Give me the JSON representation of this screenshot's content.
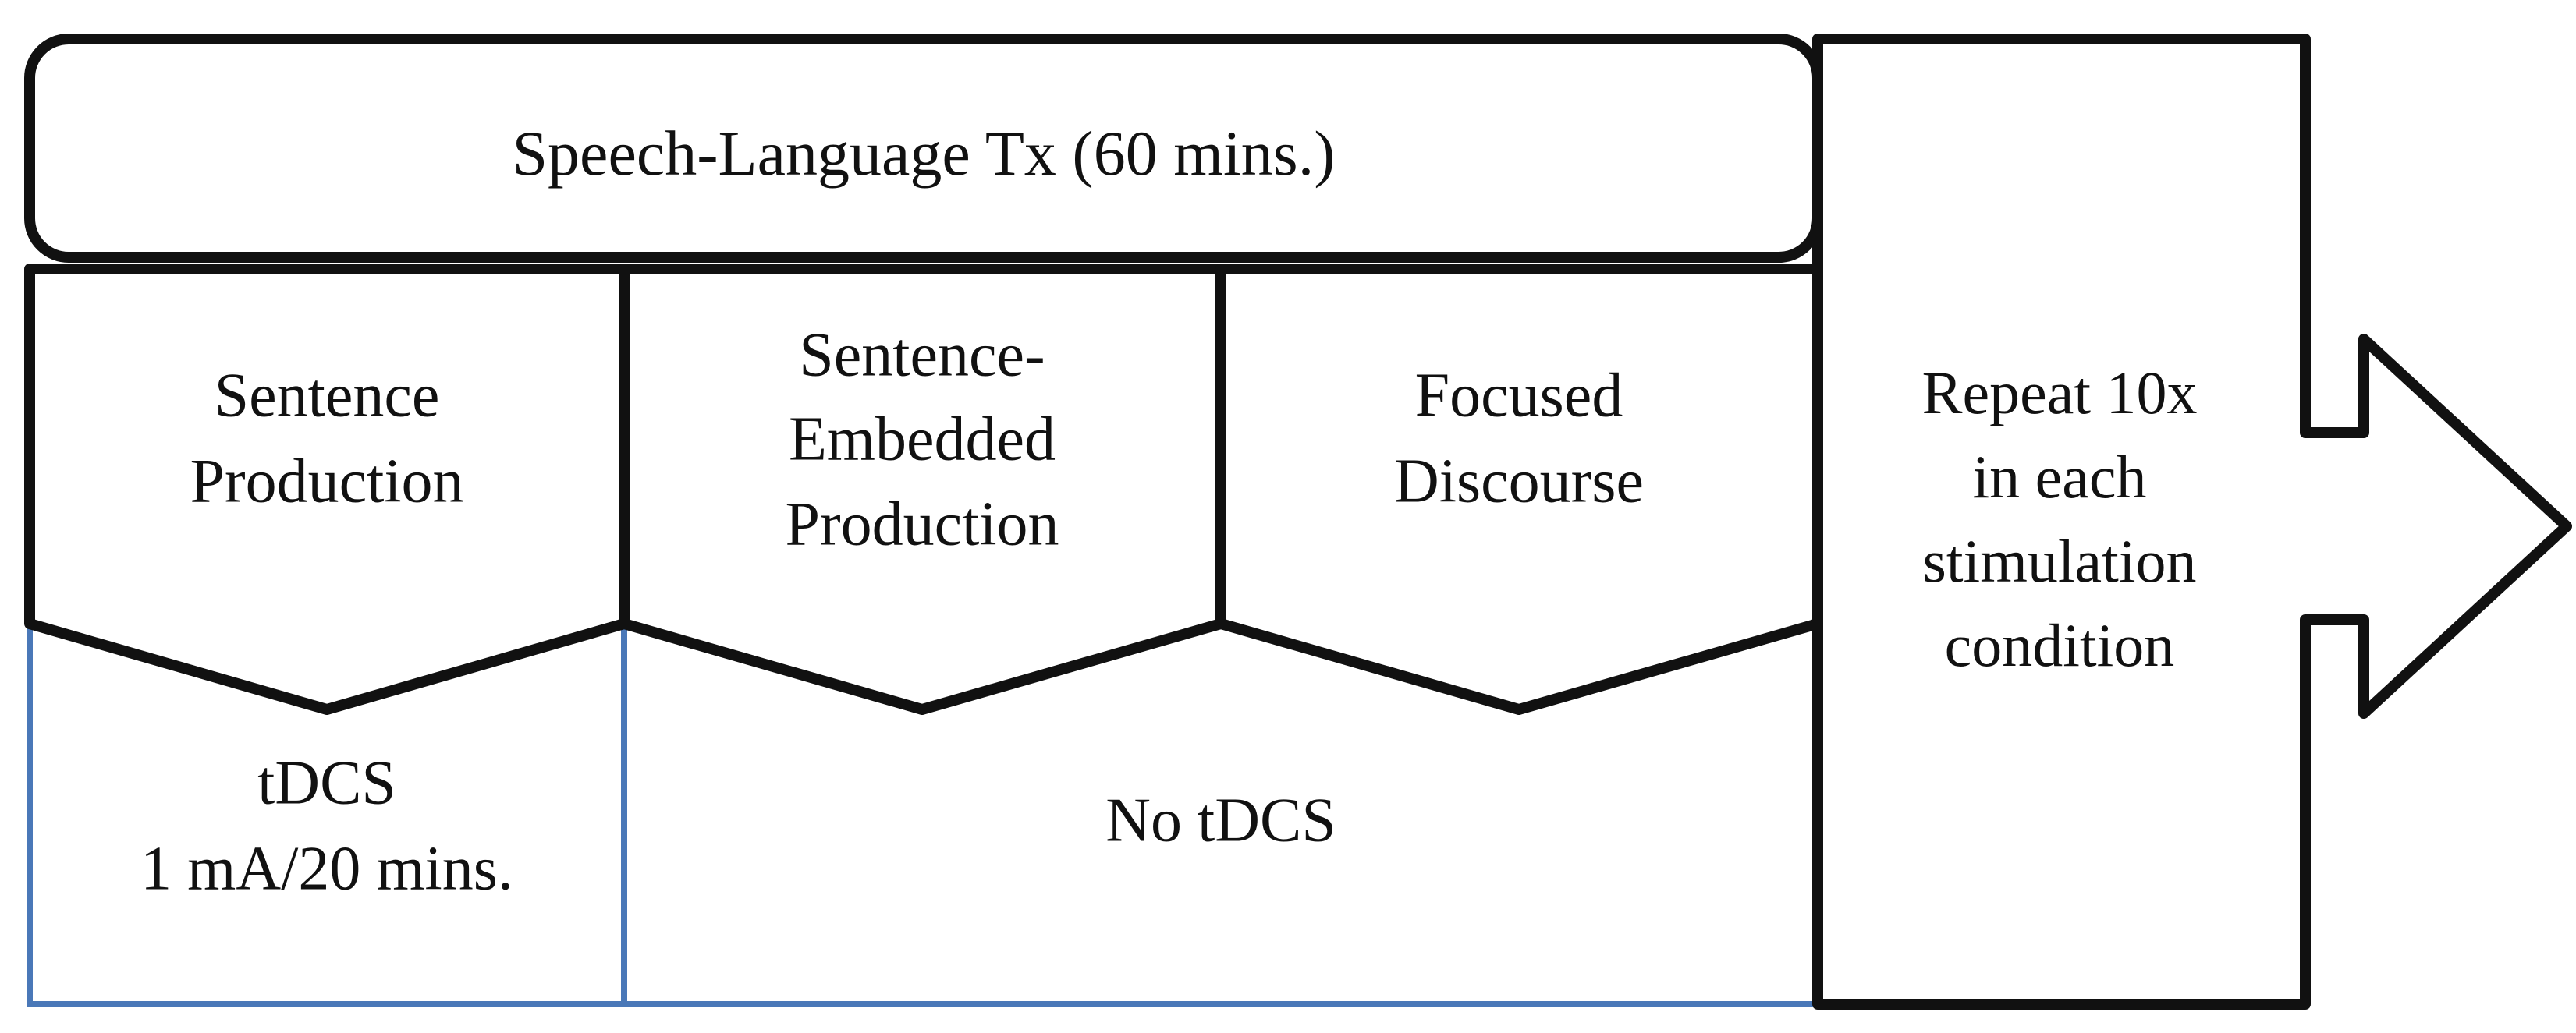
{
  "header": {
    "label": "Speech-Language Tx (60 mins.)"
  },
  "steps": [
    {
      "lines": [
        "Sentence",
        "Production"
      ]
    },
    {
      "lines": [
        "Sentence-",
        "Embedded",
        "Production"
      ]
    },
    {
      "lines": [
        "Focused",
        "Discourse"
      ]
    }
  ],
  "stimulation": {
    "tdcs": {
      "lines": [
        "tDCS",
        "1 mA/20 mins."
      ]
    },
    "no_tdcs": {
      "label": "No tDCS"
    }
  },
  "repeat": {
    "lines": [
      "Repeat 10x",
      "in each",
      "stimulation",
      "condition"
    ]
  },
  "colors": {
    "outline": "#111111",
    "stimulation_border": "#4a78b8"
  }
}
